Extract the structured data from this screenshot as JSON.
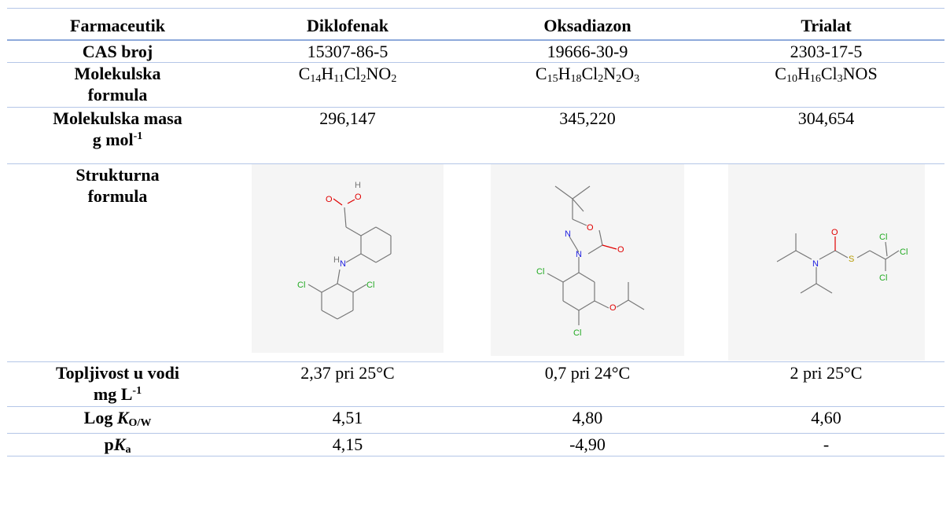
{
  "table": {
    "headers": [
      "Farmaceutik",
      "Diklofenak",
      "Oksadiazon",
      "Trialat"
    ],
    "rows": {
      "cas": {
        "label": "CAS broj",
        "values": [
          "15307-86-5",
          "19666-30-9",
          "2303-17-5"
        ]
      },
      "formula": {
        "label_line1": "Molekulska",
        "label_line2": "formula",
        "values": [
          [
            [
              "C",
              ""
            ],
            [
              "14",
              "s"
            ],
            [
              "H",
              ""
            ],
            [
              "11",
              "s"
            ],
            [
              "Cl",
              ""
            ],
            [
              "2",
              "s"
            ],
            [
              "NO",
              ""
            ],
            [
              "2",
              "s"
            ]
          ],
          [
            [
              "C",
              ""
            ],
            [
              "15",
              "s"
            ],
            [
              "H",
              ""
            ],
            [
              "18",
              "s"
            ],
            [
              "Cl",
              ""
            ],
            [
              "2",
              "s"
            ],
            [
              "N",
              ""
            ],
            [
              "2",
              "s"
            ],
            [
              "O",
              ""
            ],
            [
              "3",
              "s"
            ]
          ],
          [
            [
              "C",
              ""
            ],
            [
              "10",
              "s"
            ],
            [
              "H",
              ""
            ],
            [
              "16",
              "s"
            ],
            [
              "Cl",
              ""
            ],
            [
              "3",
              "s"
            ],
            [
              "NOS",
              ""
            ]
          ]
        ]
      },
      "mass": {
        "label_line1": "Molekulska masa",
        "label_unit": "g mol",
        "label_exp": "-1",
        "values": [
          "296,147",
          "345,220",
          "304,654"
        ]
      },
      "structure": {
        "label_line1": "Strukturna",
        "label_line2": "formula",
        "atoms": {
          "O": "O",
          "H": "H",
          "N": "N",
          "Cl": "Cl",
          "S": "S"
        }
      },
      "solubility": {
        "label_line1": "Topljivost u vodi",
        "label_unit": "mg L",
        "label_exp": "-1",
        "values": [
          "2,37 pri 25°C",
          "0,7 pri 24°C",
          "2 pri 25°C"
        ]
      },
      "logk": {
        "label_main": "Log ",
        "label_italic": "K",
        "label_sub": "O/W",
        "values": [
          "4,51",
          "4,80",
          "4,60"
        ]
      },
      "pka": {
        "label_main": "p",
        "label_italic": "K",
        "label_sub": "a",
        "values": [
          "4,15",
          "-4,90",
          "-"
        ]
      }
    }
  },
  "colors": {
    "border": "#b4c6e7",
    "header_rule": "#8eaadb",
    "oxygen": "#e00000",
    "nitrogen": "#2020e0",
    "chlorine": "#22aa22",
    "bond": "#777777"
  }
}
